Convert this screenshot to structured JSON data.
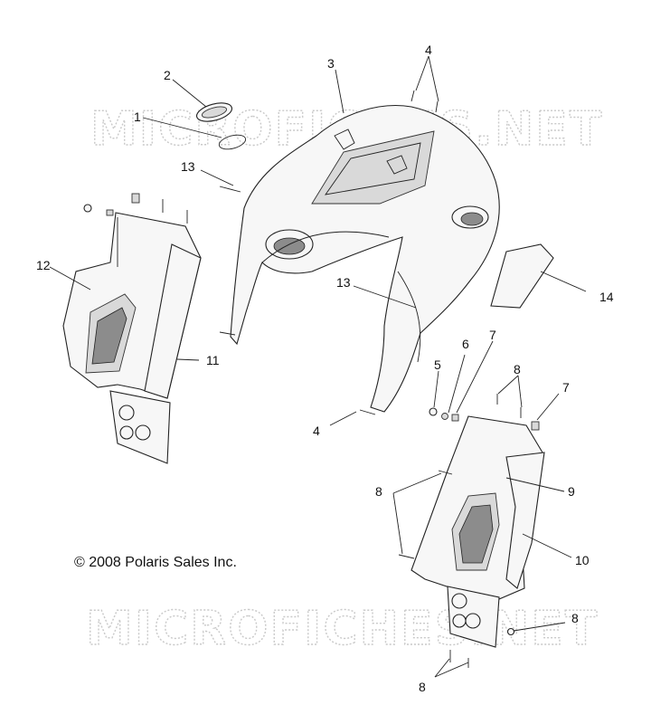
{
  "watermark": {
    "top": "MICROFICHES.NET",
    "bottom": "MICROFICHES.NET"
  },
  "copyright": "© 2008 Polaris Sales Inc.",
  "callouts": {
    "c1": "1",
    "c2": "2",
    "c3": "3",
    "c4a": "4",
    "c4b": "4",
    "c5": "5",
    "c6": "6",
    "c7a": "7",
    "c7b": "7",
    "c8a": "8",
    "c8b": "8",
    "c8c": "8",
    "c8d": "8",
    "c9": "9",
    "c10": "10",
    "c11": "11",
    "c12": "12",
    "c13a": "13",
    "c13b": "13",
    "c14": "14"
  }
}
